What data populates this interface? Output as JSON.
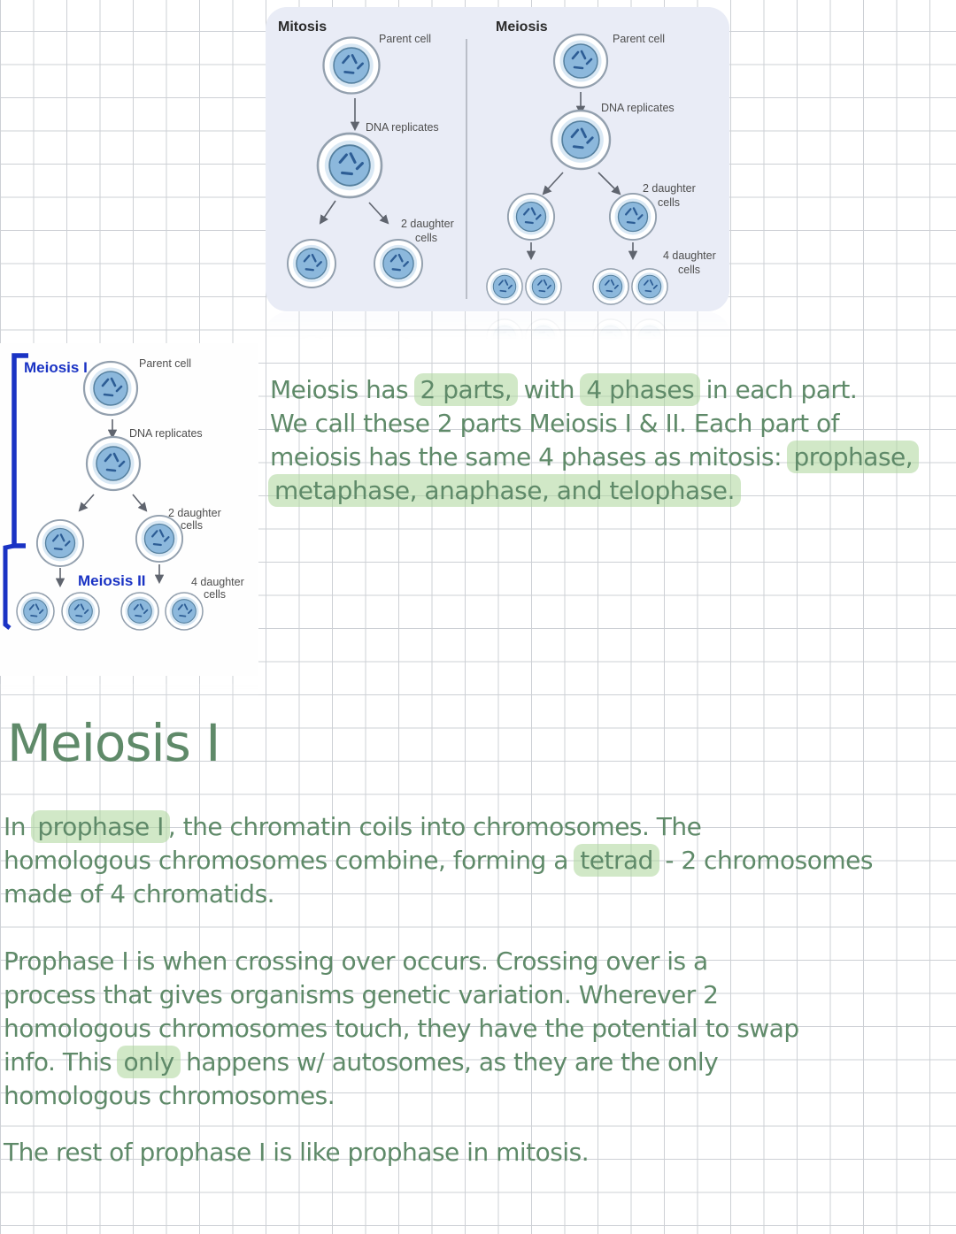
{
  "colors": {
    "ink_green": "#5f8a69",
    "highlight_green": "#abd699",
    "diagram_blue": "#1a33c4",
    "diagram_background": "#e9ecf6",
    "cell_fill": "#8cb8dc",
    "chromosome_blue": "#2d5d95"
  },
  "comparison_diagram": {
    "mitosis_title": "Mitosis",
    "meiosis_title": "Meiosis",
    "mitosis": {
      "parent": "Parent cell",
      "dna": "DNA replicates",
      "d2a": "2 daughter",
      "d2b": "cells"
    },
    "meiosis": {
      "parent": "Parent cell",
      "dna": "DNA replicates",
      "d2a": "2 daughter",
      "d2b": "cells",
      "d4a": "4 daughter",
      "d4b": "cells"
    }
  },
  "meiosis_stages_diagram": {
    "stage1_label": "Meiosis I",
    "stage2_label": "Meiosis II",
    "parent": "Parent cell",
    "dna": "DNA replicates",
    "d2a": "2 daughter",
    "d2b": "cells",
    "d4a": "4 daughter",
    "d4b": "cells"
  },
  "notes": {
    "intro": {
      "lines": [
        {
          "segments": [
            {
              "text": "Meiosis has ",
              "hl": false
            },
            {
              "text": "2 parts,",
              "hl": true
            },
            {
              "text": " with ",
              "hl": false
            },
            {
              "text": "4 phases",
              "hl": true
            },
            {
              "text": " in each part.",
              "hl": false
            }
          ]
        },
        {
          "segments": [
            {
              "text": "We call these 2 parts Meiosis I & II. Each part of",
              "hl": false
            }
          ]
        },
        {
          "segments": [
            {
              "text": "meiosis has the same 4 phases as mitosis: ",
              "hl": false
            },
            {
              "text": "prophase,",
              "hl": true
            }
          ]
        },
        {
          "segments": [
            {
              "text": "metaphase, anaphase, and telophase.",
              "hl": true
            }
          ]
        }
      ]
    },
    "heading": "Meiosis I",
    "para1": {
      "lines": [
        {
          "segments": [
            {
              "text": "In ",
              "hl": false
            },
            {
              "text": "prophase I",
              "hl": true
            },
            {
              "text": ", the chromatin coils into chromosomes. The",
              "hl": false
            }
          ]
        },
        {
          "segments": [
            {
              "text": "homologous chromosomes combine, forming a ",
              "hl": false
            },
            {
              "text": "tetrad",
              "hl": true
            },
            {
              "text": " - 2 chromosomes",
              "hl": false
            }
          ]
        },
        {
          "segments": [
            {
              "text": "made of 4 chromatids.",
              "hl": false
            }
          ]
        }
      ]
    },
    "para2": {
      "lines": [
        {
          "segments": [
            {
              "text": "Prophase I is when crossing over occurs. Crossing over is a",
              "hl": false
            }
          ]
        },
        {
          "segments": [
            {
              "text": "process that gives organisms genetic variation. Wherever 2",
              "hl": false
            }
          ]
        },
        {
          "segments": [
            {
              "text": "homologous chromosomes touch, they have the potential to swap",
              "hl": false
            }
          ]
        },
        {
          "segments": [
            {
              "text": "info. This ",
              "hl": false
            },
            {
              "text": "only",
              "hl": true
            },
            {
              "text": " happens w/ autosomes, as they are the only",
              "hl": false
            }
          ]
        },
        {
          "segments": [
            {
              "text": "homologous chromosomes.",
              "hl": false
            }
          ]
        }
      ]
    },
    "para3": {
      "lines": [
        {
          "segments": [
            {
              "text": "The rest of prophase I is like prophase in mitosis.",
              "hl": false
            }
          ]
        }
      ]
    }
  }
}
